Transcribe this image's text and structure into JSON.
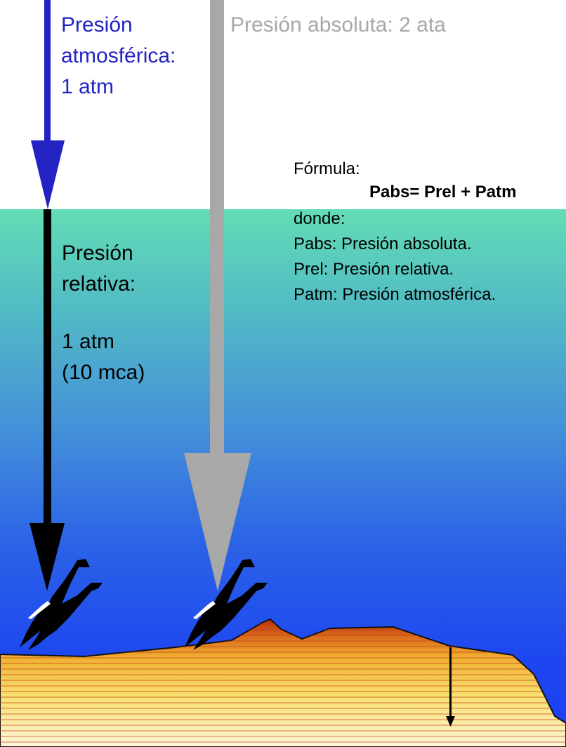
{
  "atmospheric": {
    "line1": "Presión",
    "line2": "atmosférica:",
    "line3": "1 atm",
    "color": "#2323c4"
  },
  "absolute": {
    "label": "Presión absoluta: 2 ata",
    "color": "#a8a8a8"
  },
  "relative": {
    "line1": "Presión",
    "line2": "relativa:",
    "line3": "1 atm",
    "line4": "(10 mca)",
    "color": "#000000"
  },
  "formula": {
    "heading": "Fórmula:",
    "equation": "Pabs= Prel + Patm",
    "where": "donde:",
    "defs": [
      "Pabs: Presión absoluta.",
      "Prel: Presión relativa.",
      "Patm: Presión atmosférica."
    ]
  }
}
